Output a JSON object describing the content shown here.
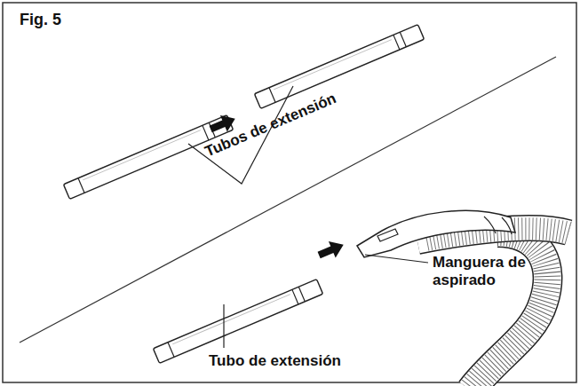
{
  "diagram": {
    "title": "Fig. 5",
    "labels": [
      "Tubos de extensión",
      "Manguera de aspirado",
      "Tubo de extensión"
    ]
  }
}
